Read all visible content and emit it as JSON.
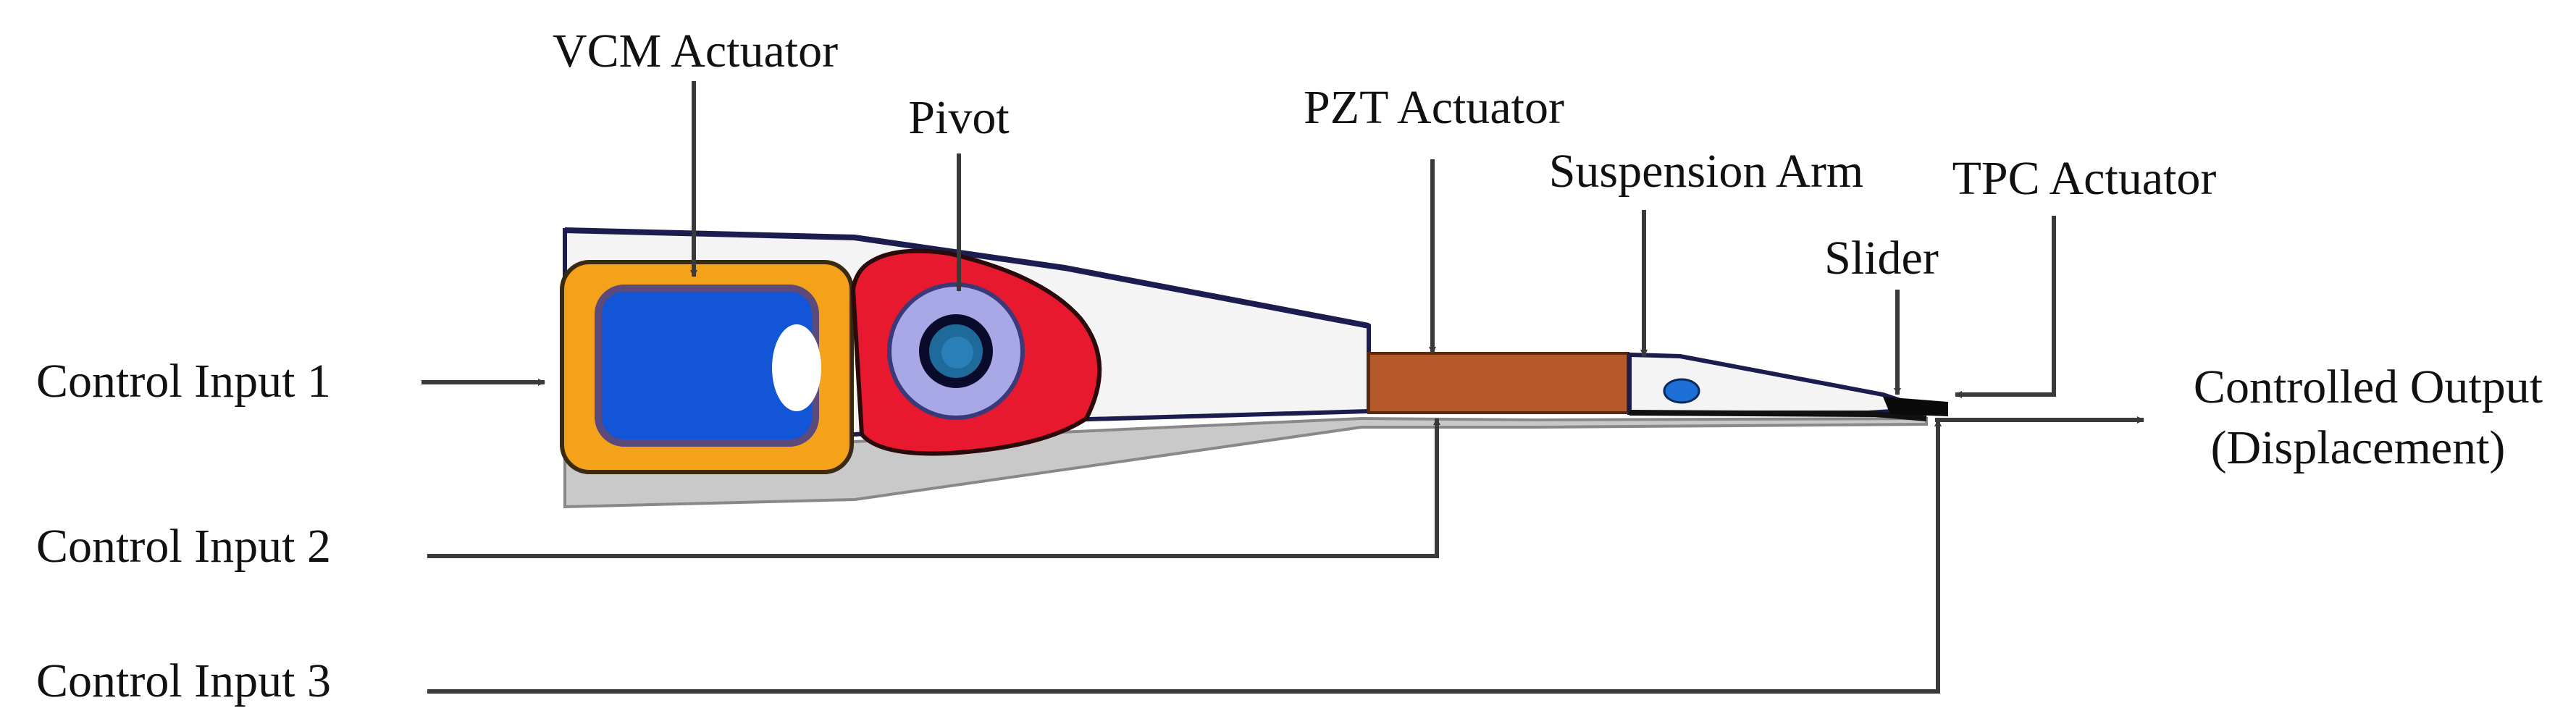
{
  "labels": {
    "vcm_actuator": "VCM Actuator",
    "pivot": "Pivot",
    "pzt_actuator": "PZT Actuator",
    "suspension_arm": "Suspension Arm",
    "tpc_actuator": "TPC Actuator",
    "slider": "Slider",
    "control_input_1": "Control Input 1",
    "control_input_2": "Control Input 2",
    "control_input_3": "Control Input 3",
    "controlled_output_line1": "Controlled Output",
    "controlled_output_line2": "(Displacement)"
  },
  "colors": {
    "arm_body": "#f4f4f4",
    "arm_shadow": "#c9c9c9",
    "arm_edge": "#1a1d4e",
    "vcm_frame": "#f5a21b",
    "vcm_coil": "#1255d6",
    "pivot_block": "#e8192f",
    "pivot_ring": "#a8a8e6",
    "pzt": "#b5592a",
    "arrow": "#3a3a3a"
  }
}
